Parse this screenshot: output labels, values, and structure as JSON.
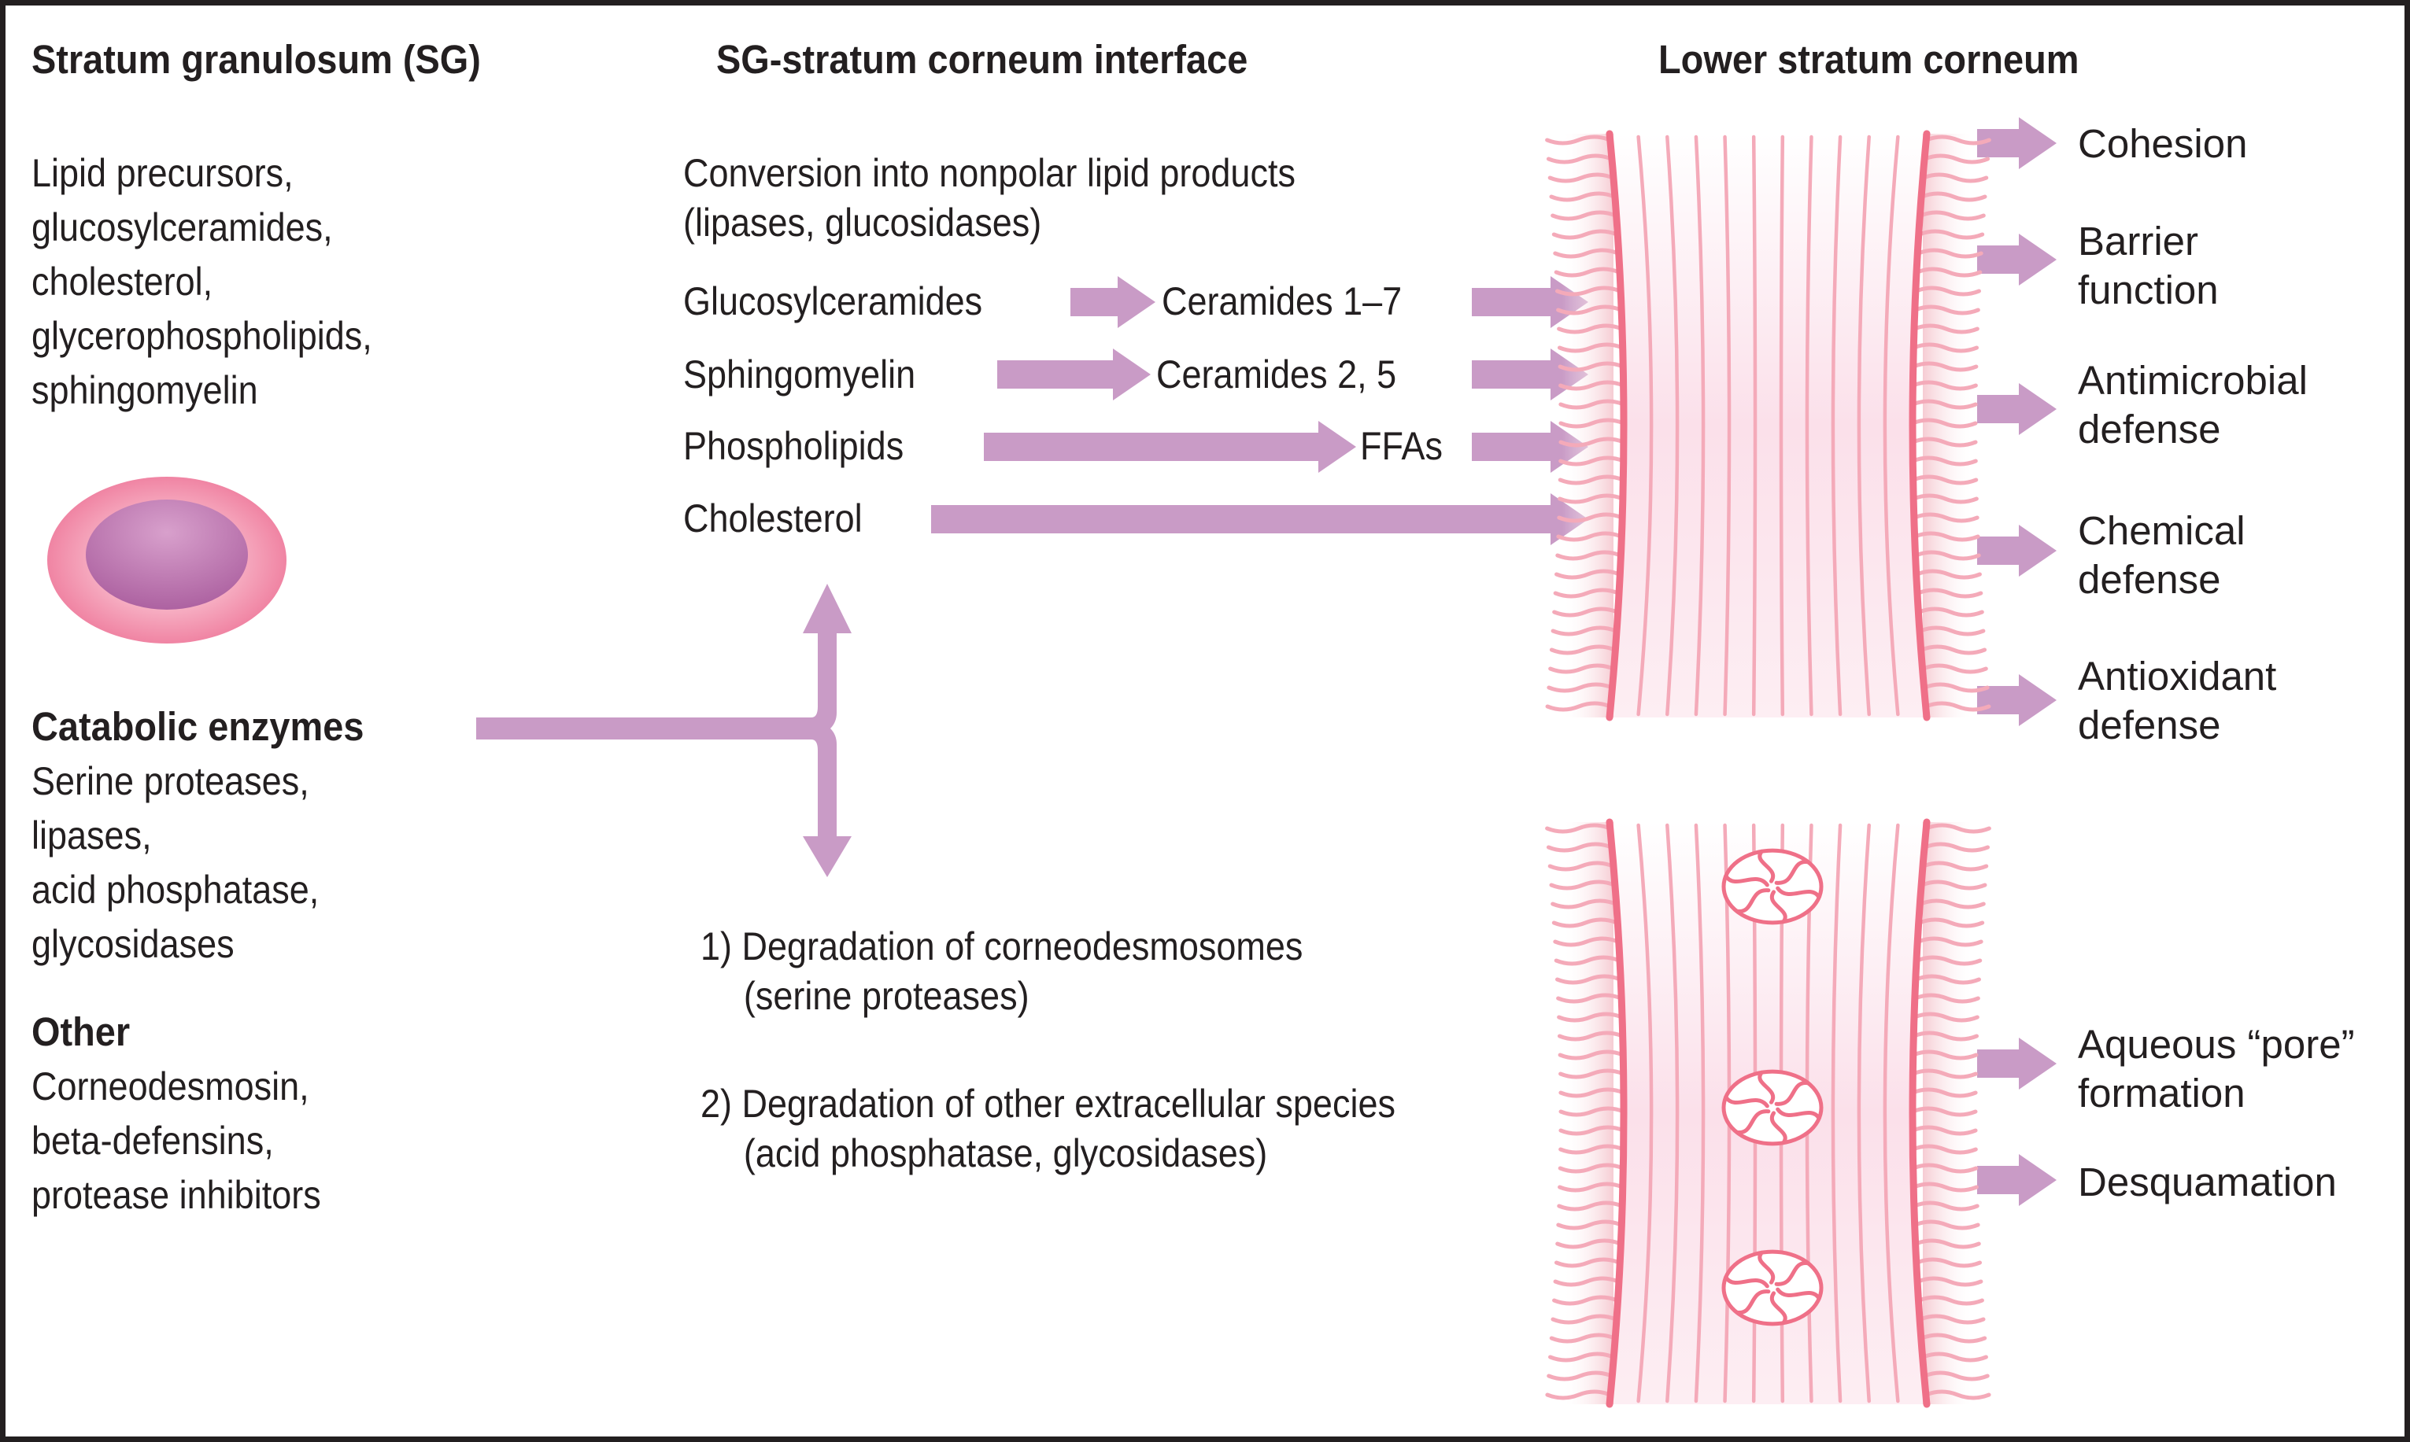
{
  "headings": {
    "sg": "Stratum granulosum (SG)",
    "interface": "SG-stratum corneum interface",
    "lower_sc": "Lower stratum corneum"
  },
  "left_column": {
    "lipid_precursors": [
      "Lipid precursors,",
      "glucosylceramides,",
      "cholesterol,",
      "glycerophospholipids,",
      "sphingomyelin"
    ],
    "catabolic_title": "Catabolic enzymes",
    "catabolic_items": [
      "Serine proteases,",
      "lipases,",
      "acid phosphatase,",
      "glycosidases"
    ],
    "other_title": "Other",
    "other_items": [
      "Corneodesmosin,",
      "beta-defensins,",
      "protease inhibitors"
    ]
  },
  "middle_column": {
    "conversion_lines": [
      "Conversion into nonpolar lipid products",
      "(lipases, glucosidases)"
    ],
    "pathways": [
      {
        "source": "Glucosylceramides",
        "product": "Ceramides 1–7"
      },
      {
        "source": "Sphingomyelin",
        "product": "Ceramides 2, 5"
      },
      {
        "source": "Phospholipids",
        "product": "FFAs"
      },
      {
        "source": "Cholesterol",
        "product": ""
      }
    ],
    "degradation": [
      {
        "line1": "1) Degradation of corneodesmosomes",
        "line2": "(serine proteases)"
      },
      {
        "line1": "2) Degradation of other extracellular species",
        "line2": "(acid phosphatase, glycosidases)"
      }
    ]
  },
  "right_column": {
    "upper_outcomes": [
      [
        "Cohesion"
      ],
      [
        "Barrier",
        "function"
      ],
      [
        "Antimicrobial",
        "defense"
      ],
      [
        "Chemical",
        "defense"
      ],
      [
        "Antioxidant",
        "defense"
      ]
    ],
    "lower_outcomes": [
      [
        "Aqueous “pore”",
        "formation"
      ],
      [
        "Desquamation"
      ]
    ]
  },
  "colors": {
    "arrow": "#c99bc6",
    "membrane": "#ef7088",
    "lipid_line": "#f4aab9",
    "cell_outer": "#f28fab",
    "cell_inner": "#b36aa7",
    "text": "#231f20",
    "frame": "#231f20"
  }
}
